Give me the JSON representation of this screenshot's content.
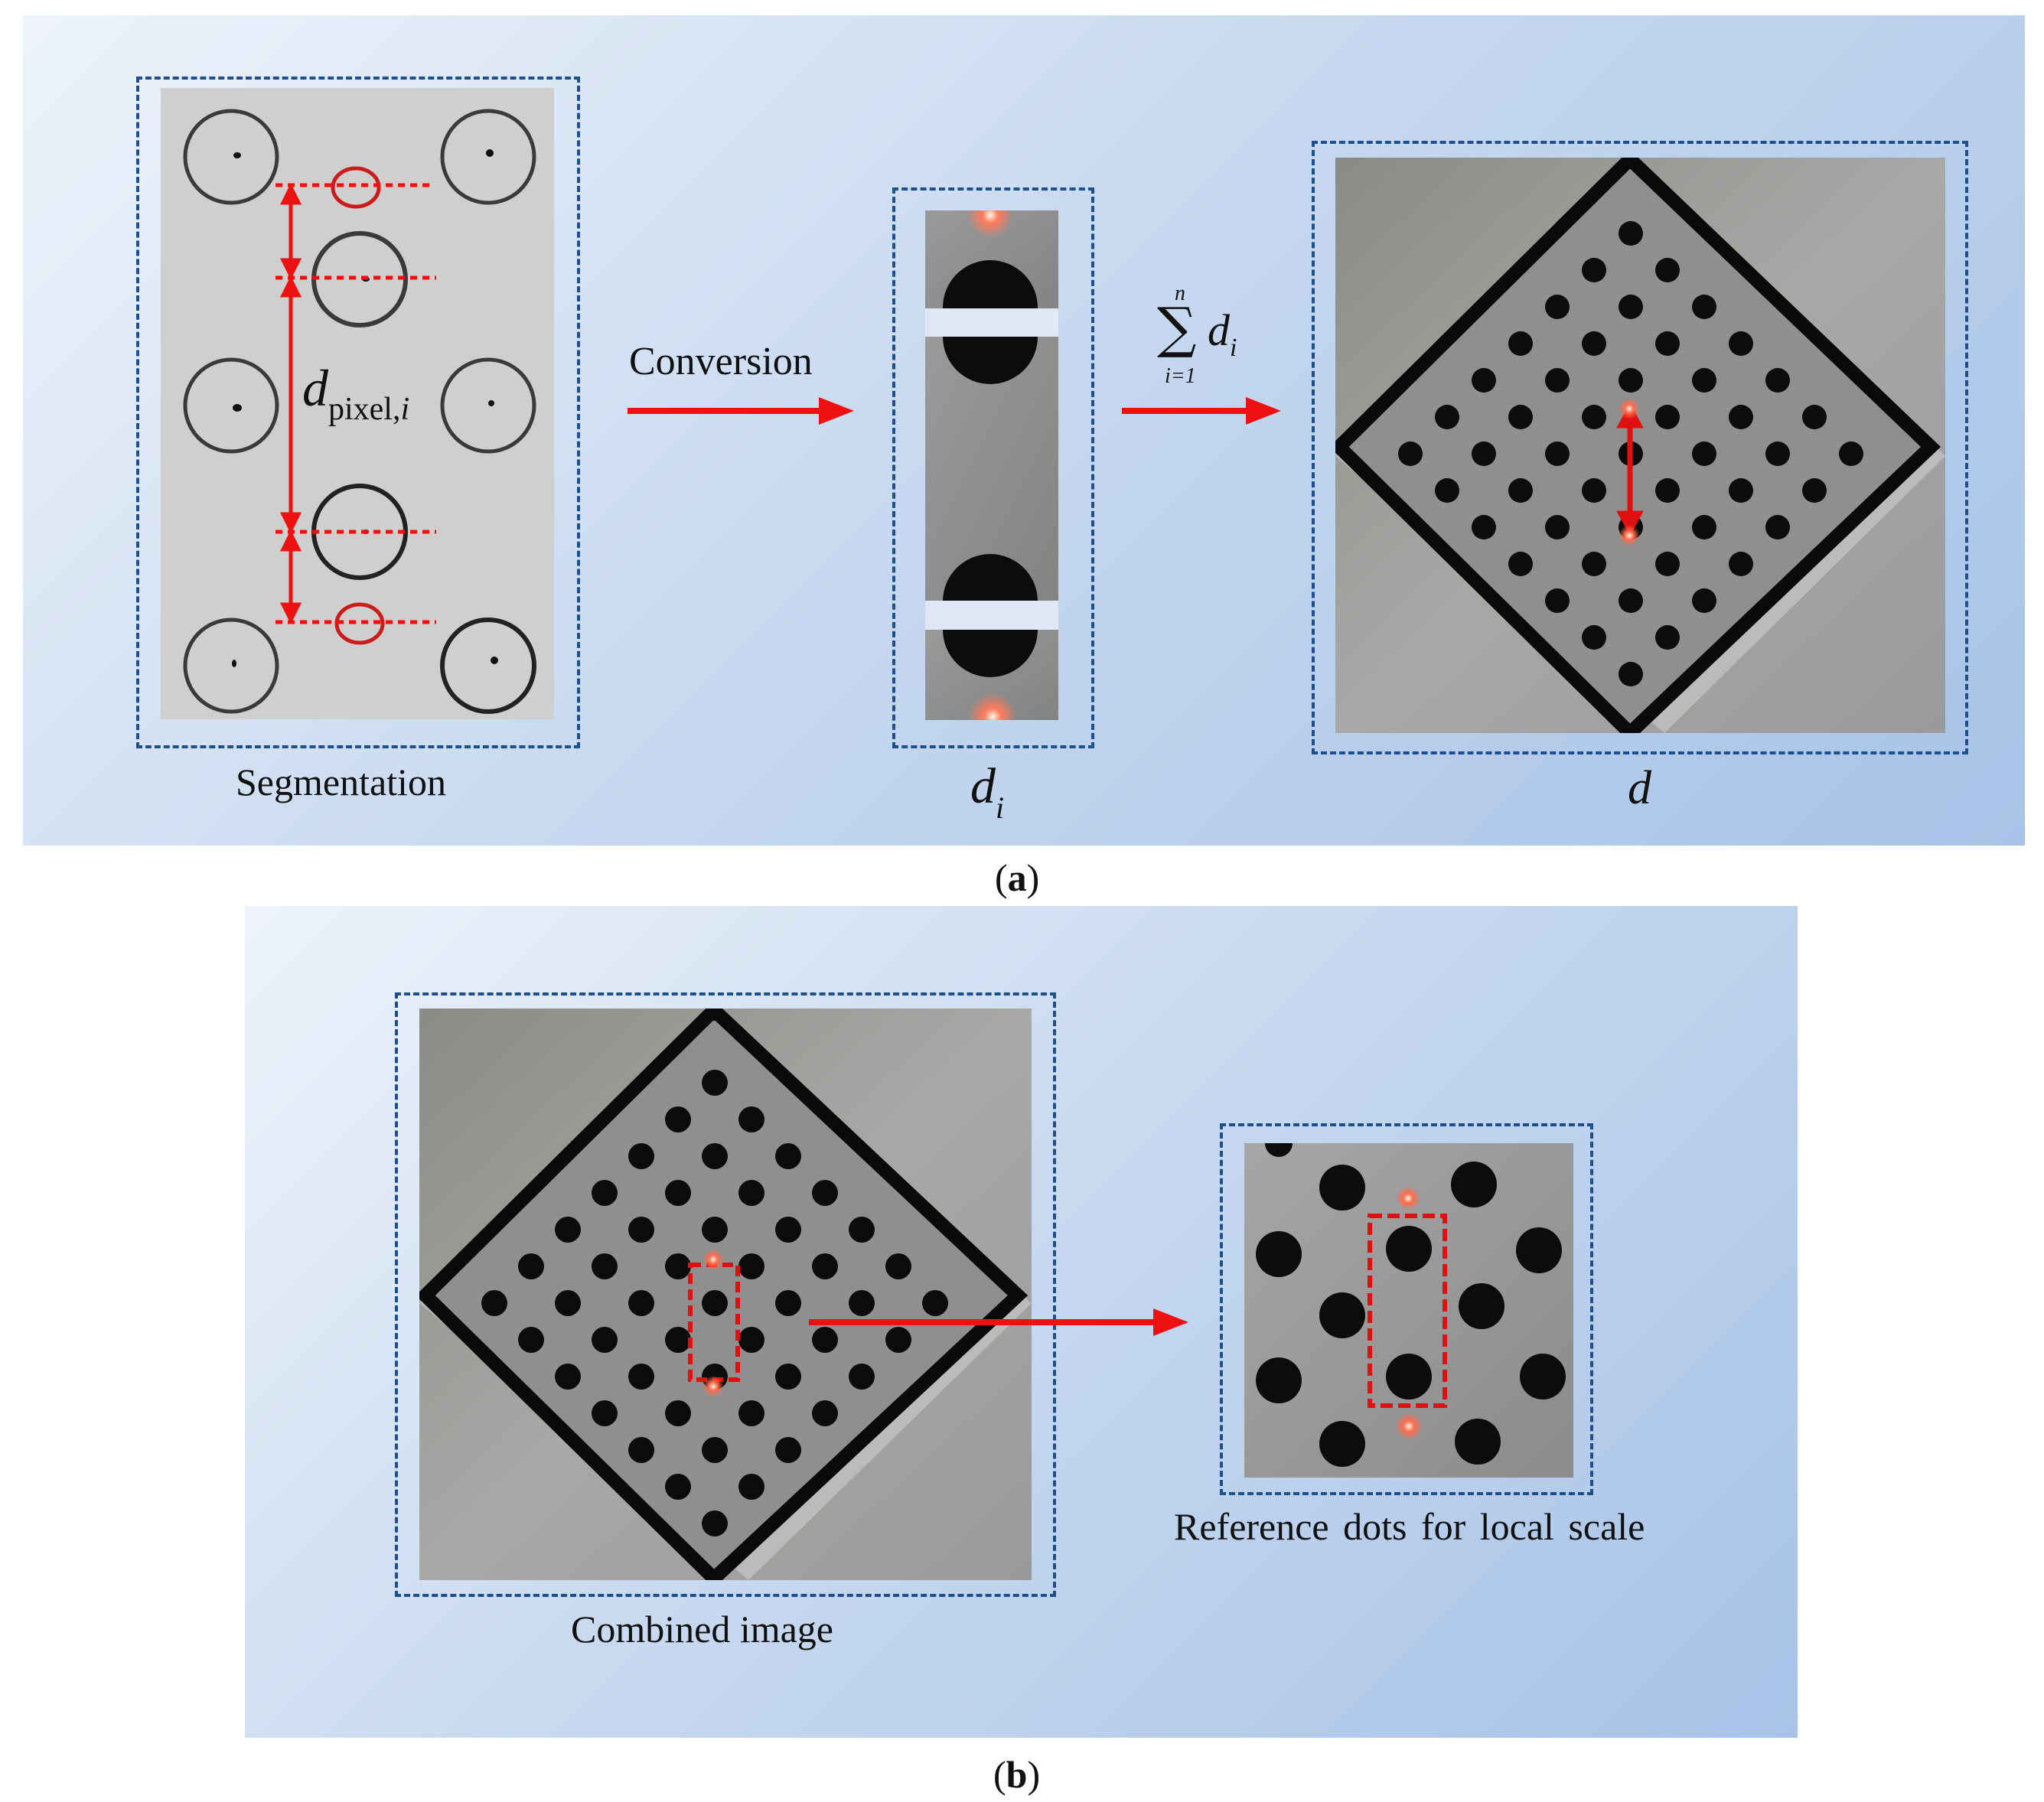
{
  "panel_a": {
    "label_paren_open": "(",
    "label_letter": "a",
    "label_paren_close": ")",
    "segmentation_caption": "Segmentation",
    "conversion_label": "Conversion",
    "dpixel_base": "d",
    "dpixel_sub": "pixel,",
    "dpixel_sub_i": "i",
    "di_base": "d",
    "di_sub": "i",
    "sum_top": "n",
    "sum_symbol": "∑",
    "sum_bottom": "i=1",
    "sum_term_base": "d",
    "sum_term_sub": "i",
    "d_caption": "d"
  },
  "panel_b": {
    "label_paren_open": "(",
    "label_letter": "b",
    "label_paren_close": ")",
    "combined_caption": "Combined image",
    "reference_caption": "Reference dots for local scale"
  },
  "colors": {
    "panel_gradient": [
      "#eef3fb",
      "#a7c3e7"
    ],
    "dashed_frame": "#1d4f8c",
    "arrow_red": "#ee1111",
    "grid_dot": "#0c0c0c",
    "photo_gray": "#8e8e8e",
    "segmentation_bg": "#cfcfcf"
  }
}
